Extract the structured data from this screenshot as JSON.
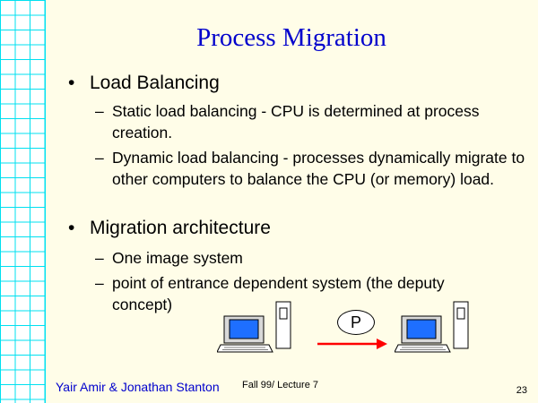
{
  "slide": {
    "title": "Process Migration",
    "bullets": [
      {
        "text": "Load Balancing",
        "subitems": [
          "Static load balancing - CPU is determined at process creation.",
          "Dynamic load balancing - processes dynamically migrate to other computers to balance the CPU (or memory) load."
        ]
      },
      {
        "text": "Migration architecture",
        "subitems": [
          "One image system",
          "point of entrance dependent system (the deputy concept)"
        ]
      }
    ],
    "bullet_glyph": "•",
    "dash_glyph": "–"
  },
  "diagram": {
    "process_label": "P",
    "icons": [
      "computer-icon",
      "computer-icon",
      "arrow-right-icon"
    ]
  },
  "footer": {
    "authors": "Yair Amir & Jonathan Stanton",
    "lecture": "Fall 99/ Lecture 7",
    "page_number": "23"
  },
  "colors": {
    "title": "#0000cc",
    "background": "#fffde8",
    "grid": "#00e0f0",
    "arrow": "#ff0000",
    "screen": "#1e6fff"
  }
}
